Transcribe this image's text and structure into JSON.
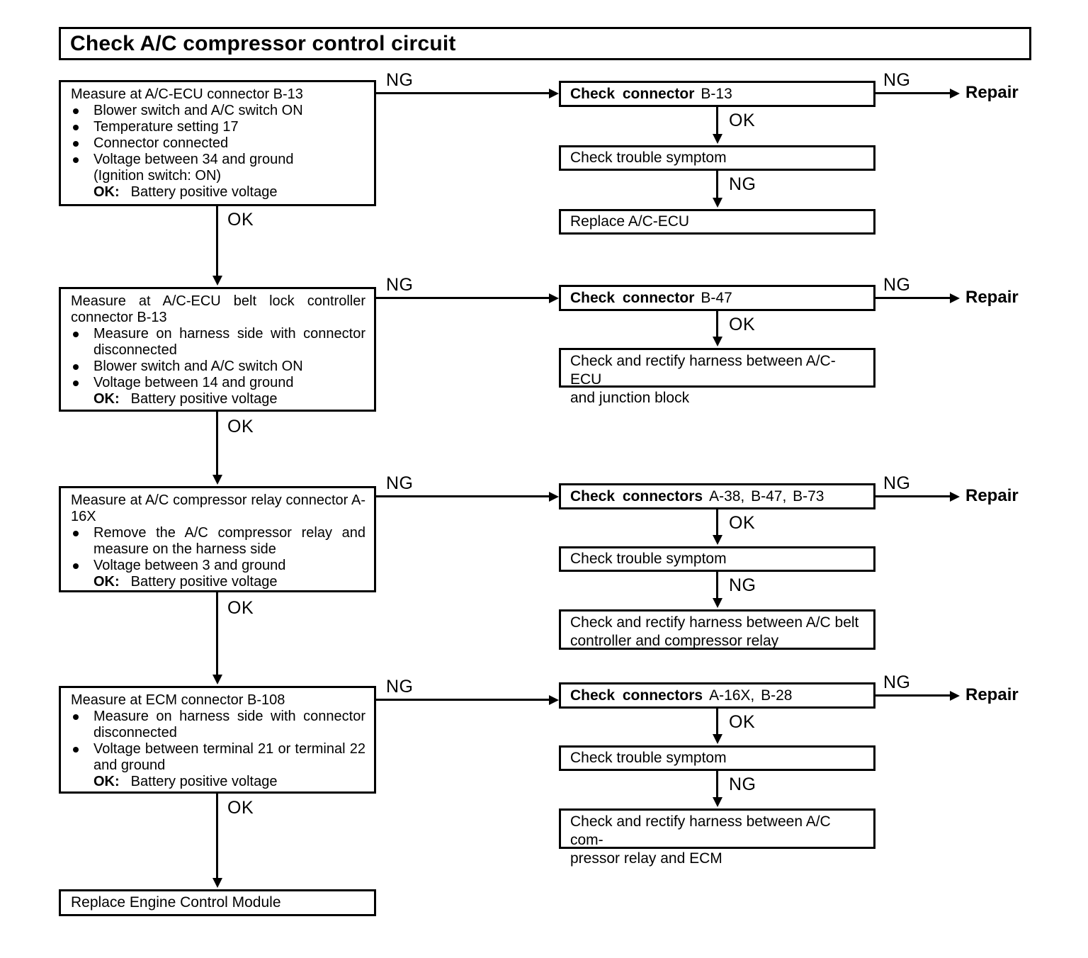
{
  "title": "Check A/C compressor control circuit",
  "labels": {
    "ng": "NG",
    "ok": "OK",
    "repair": "Repair",
    "ok_prefix": "OK:"
  },
  "left": [
    {
      "heading": "Measure at A/C-ECU connector B-13",
      "bullets": [
        "Blower switch and A/C switch ON",
        "Temperature setting 17",
        "Connector connected",
        "Voltage between 34 and ground"
      ],
      "cont": "(Ignition switch: ON)",
      "ok_value": "Battery positive voltage"
    },
    {
      "heading": "Measure at A/C-ECU belt lock controller connector B-13",
      "bullets": [
        "Measure on harness side with connector disconnected",
        "Blower switch and A/C switch ON",
        "Voltage between 14 and ground"
      ],
      "ok_value": "Battery positive voltage"
    },
    {
      "heading": "Measure at A/C compressor relay connector A-16X",
      "bullets": [
        "Remove the A/C compressor relay and measure on the harness side",
        "Voltage between 3 and ground"
      ],
      "ok_value": "Battery positive voltage"
    },
    {
      "heading": "Measure at ECM connector B-108",
      "bullets": [
        "Measure on harness side with connector disconnected",
        "Voltage between terminal 21 or terminal 22 and ground"
      ],
      "ok_value": "Battery positive voltage"
    }
  ],
  "final_box": "Replace Engine Control Module",
  "right": [
    {
      "check_prefix": "Check connector",
      "check_codes": "B-13",
      "mid": "Check trouble symptom",
      "end_line1": "Replace A/C-ECU",
      "end_line2": ""
    },
    {
      "check_prefix": "Check connector",
      "check_codes": "B-47",
      "end_line1": "Check and rectify harness between A/C-ECU",
      "end_line2": "and junction block"
    },
    {
      "check_prefix": "Check connectors",
      "check_codes": "A-38, B-47, B-73",
      "mid": "Check trouble symptom",
      "end_line1": "Check and rectify harness between A/C belt",
      "end_line2": "controller and compressor relay"
    },
    {
      "check_prefix": "Check connectors",
      "check_codes": "A-16X, B-28",
      "mid": "Check trouble symptom",
      "end_line1": "Check and rectify harness between A/C com-",
      "end_line2": "pressor relay and ECM"
    }
  ]
}
